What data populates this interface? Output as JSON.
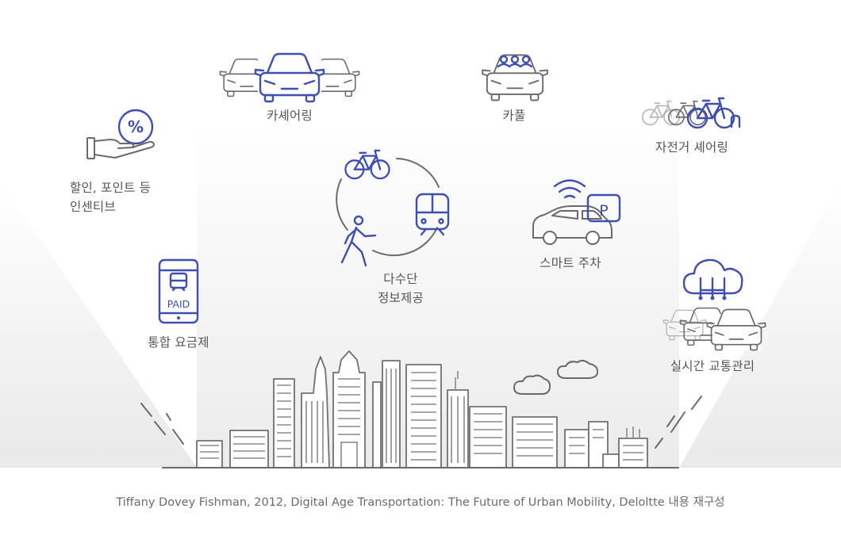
{
  "labels": {
    "car_sharing": "카셰어링",
    "carpool": "카풀",
    "bike_sharing": "자전거 셰어링",
    "incentive_line1": "할인, 포인트 등",
    "incentive_line2": "인센티브",
    "multimodal_line1": "다수단",
    "multimodal_line2": "정보제공",
    "smart_parking": "스마트 주차",
    "integrated_fare": "통합 요금제",
    "traffic_mgmt": "실시간 교통관리"
  },
  "icon_text": {
    "discount_symbol": "%",
    "paid": "PAID",
    "parking_symbol": "P"
  },
  "caption": "Tiffany Dovey Fishman, 2012, Digital Age Transportation: The Future of Urban Mobility, Deloltte 내용 재구성",
  "colors": {
    "accent_blue": "#3f4fb1",
    "icon_gray": "#6a6a6a",
    "text_gray": "#555555",
    "caption_gray": "#6b6b6b"
  },
  "icons": [
    "car-sharing-icon",
    "carpool-icon",
    "bike-sharing-icon",
    "discount-hand-icon",
    "bicycle-icon",
    "train-icon",
    "walking-person-icon",
    "smart-parking-icon",
    "mobile-payment-icon",
    "cloud-traffic-icon",
    "city-skyline"
  ]
}
